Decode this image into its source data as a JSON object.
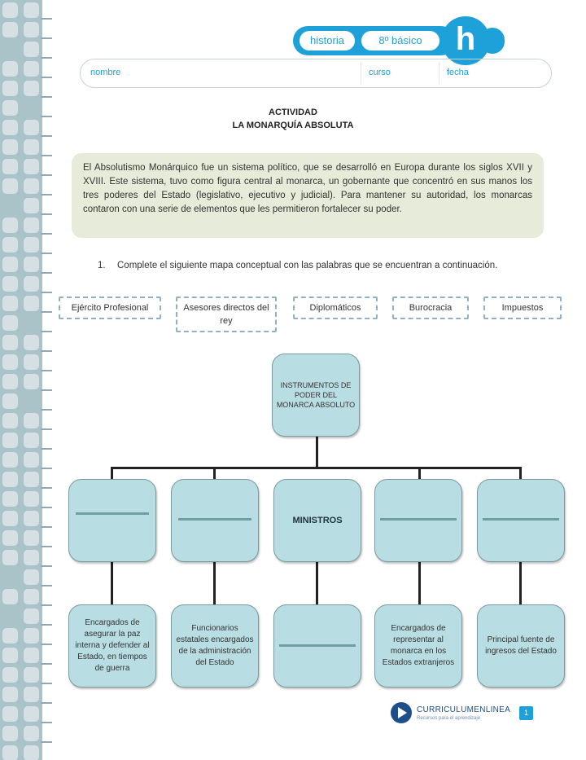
{
  "header": {
    "subject": "historia",
    "grade": "8º básico",
    "logo_letter": "h",
    "fields": {
      "name_label": "nombre",
      "course_label": "curso",
      "date_label": "fecha"
    }
  },
  "activity": {
    "heading": "ACTIVIDAD",
    "title": "LA MONARQUÍA ABSOLUTA"
  },
  "intro_text": "El Absolutismo Monárquico fue un sistema político, que se desarrolló en Europa durante los siglos XVII y XVIII. Este sistema, tuvo como figura central al monarca, un gobernante que concentró en sus manos los tres poderes del Estado (legislativo, ejecutivo y judicial). Para mantener su autoridad, los monarcas contaron con una serie de elementos que les permitieron fortalecer su poder.",
  "question": {
    "number": "1.",
    "text": "Complete el siguiente mapa conceptual con las palabras que se encuentran a continuación."
  },
  "word_bank": [
    "Ejército Profesional",
    "Asesores directos del rey",
    "Diplomáticos",
    "Burocracia",
    "Impuestos"
  ],
  "concept_map": {
    "root": "INSTRUMENTOS DE PODER DEL MONARCA ABSOLUTO",
    "level1": [
      "",
      "",
      "MINISTROS",
      "",
      ""
    ],
    "level2": [
      "Encargados de asegurar la paz interna y defender al Estado, en tiempos de guerra",
      "Funcionarios estatales encargados de la administración del Estado",
      "",
      "Encargados de representar al monarca en los Estados extranjeros",
      "Principal fuente de ingresos del Estado"
    ]
  },
  "footer": {
    "brand": "CURRICULUMENLINEA",
    "tagline": "Recursos para el aprendizaje",
    "page_number": "1"
  },
  "colors": {
    "accent": "#1ea0d8",
    "node_fill": "#b8dde2",
    "intro_bg": "#e6ecd9",
    "strip": "#a9c3c9"
  }
}
